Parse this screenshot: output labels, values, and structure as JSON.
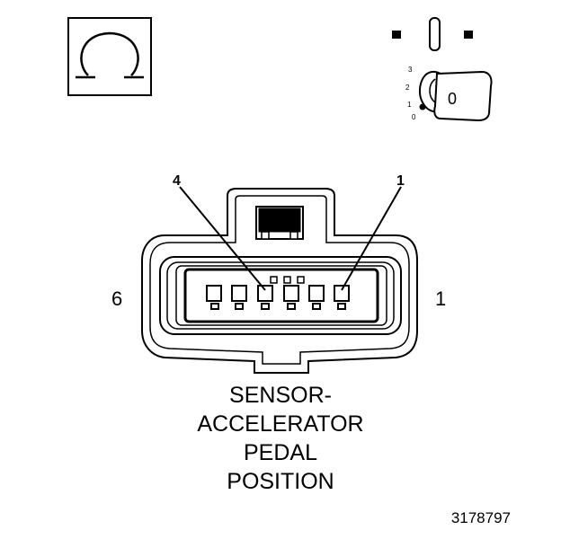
{
  "symbols": {
    "ohm_symbol": "Ω",
    "ohm_icon": "ohm-meter-icon",
    "ignition_icon": "ignition-key-icon",
    "ignition_positions": [
      "3",
      "2",
      "1",
      "0"
    ],
    "key_label": "0"
  },
  "connector": {
    "icon": "six-pin-connector-icon",
    "pin_callout_left": "4",
    "pin_callout_right": "1",
    "side_label_left": "6",
    "side_label_right": "1"
  },
  "caption": {
    "lines": [
      "SENSOR-",
      "ACCELERATOR",
      "PEDAL",
      "POSITION"
    ]
  },
  "figure_number": "3178797"
}
